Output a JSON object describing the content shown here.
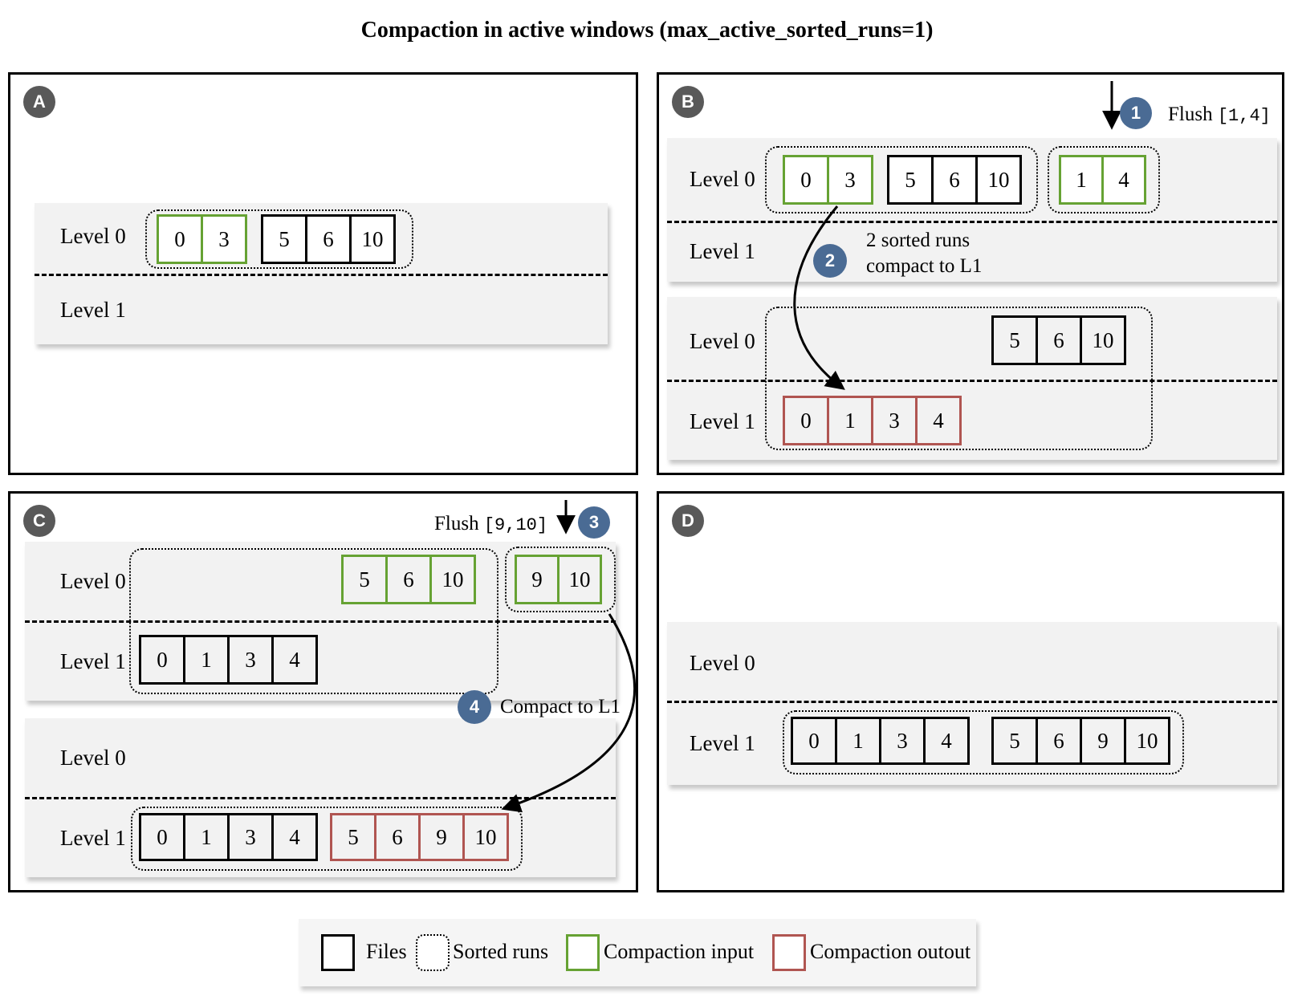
{
  "title": "Compaction in active windows (max_active_sorted_runs=1)",
  "labels": {
    "level0": "Level 0",
    "level1": "Level 1"
  },
  "panels": {
    "a": {
      "badge": "A"
    },
    "b": {
      "badge": "B"
    },
    "c": {
      "badge": "C"
    },
    "d": {
      "badge": "D"
    }
  },
  "annotations": {
    "step1": {
      "num": "1",
      "label": "Flush",
      "code": "[1,4]"
    },
    "step2": {
      "num": "2",
      "line1": "2 sorted runs",
      "line2": "compact to L1"
    },
    "step3": {
      "num": "3",
      "label": "Flush",
      "code": "[9,10]"
    },
    "step4": {
      "num": "4",
      "label": "Compact to L1"
    }
  },
  "files": {
    "run_0_3": [
      "0",
      "3"
    ],
    "run_5_6_10": [
      "5",
      "6",
      "10"
    ],
    "run_1_4": [
      "1",
      "4"
    ],
    "run_0_1_3_4": [
      "0",
      "1",
      "3",
      "4"
    ],
    "run_9_10": [
      "9",
      "10"
    ],
    "run_5_6_9_10": [
      "5",
      "6",
      "9",
      "10"
    ]
  },
  "legend": {
    "files": "Files",
    "sorted_runs": "Sorted runs",
    "compaction_input": "Compaction input",
    "compaction_output": "Compaction outout"
  },
  "colors": {
    "compaction_input_green": "#66a233",
    "compaction_output_red": "#b05551",
    "step_badge_blue": "#4a6b94",
    "panel_badge_gray": "#595959",
    "band_gray": "#f2f2f2"
  }
}
